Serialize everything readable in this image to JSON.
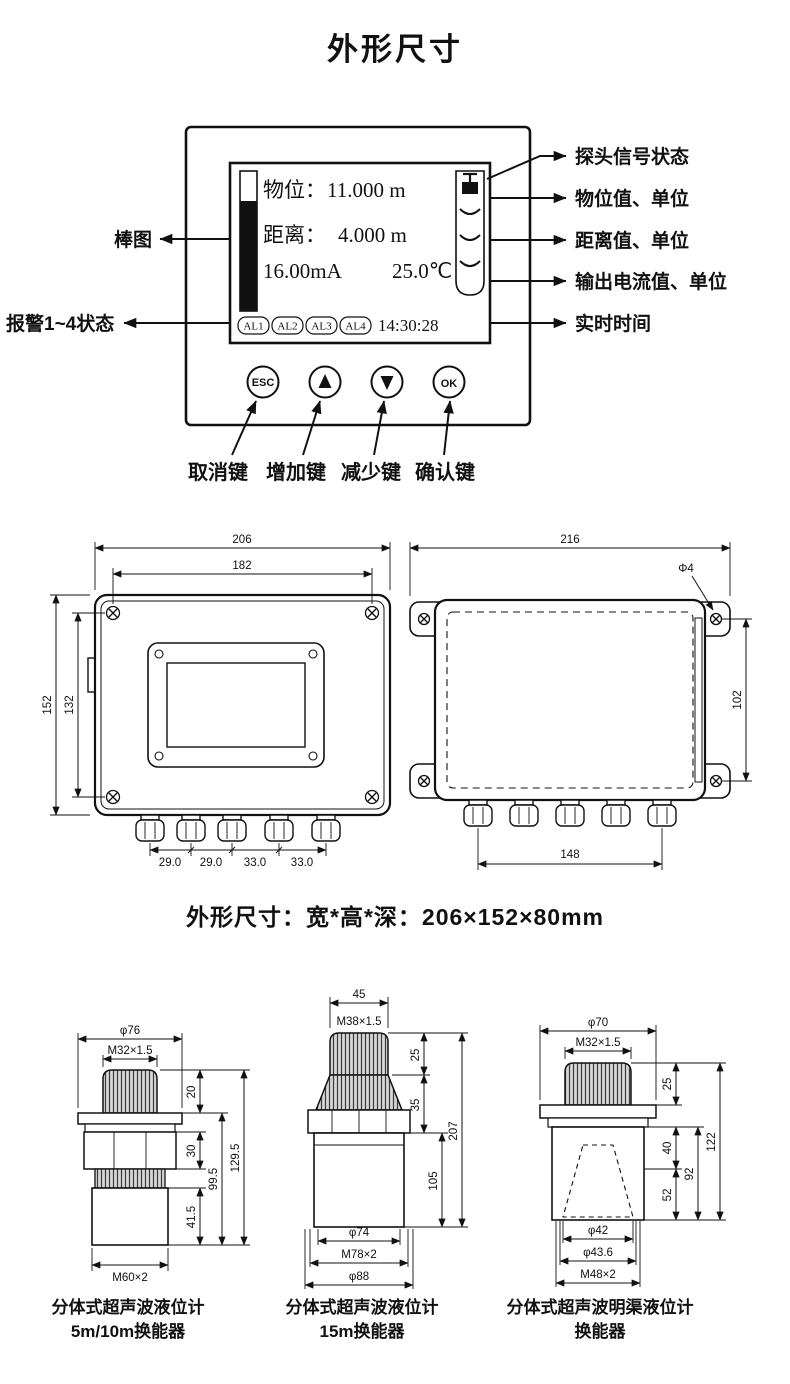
{
  "page": {
    "title": "外形尺寸",
    "size_caption": "外形尺寸：宽*高*深：206×152×80mm"
  },
  "panel": {
    "display": {
      "level_label": "物位：",
      "level_value": "11.000 m",
      "distance_label": "距离：",
      "distance_value": "4.000 m",
      "current_value": "16.00mA",
      "temperature_value": "25.0℃",
      "alarms": [
        "AL1",
        "AL2",
        "AL3",
        "AL4"
      ],
      "time_value": "14:30:28"
    },
    "keys": {
      "esc": "ESC",
      "ok": "OK"
    },
    "callouts": {
      "signal": "探头信号状态",
      "level": "物位值、单位",
      "distance": "距离值、单位",
      "current": "输出电流值、单位",
      "time": "实时时间",
      "bar": "棒图",
      "alarm": "报警1~4状态"
    },
    "key_labels": [
      "取消键",
      "增加键",
      "减少键",
      "确认键"
    ]
  },
  "enclosure": {
    "front": {
      "dim_width_outer": "206",
      "dim_width_inner": "182",
      "dim_height_outer": "152",
      "dim_height_inner": "132",
      "gland_dims": [
        "29.0",
        "29.0",
        "33.0",
        "33.0"
      ]
    },
    "back": {
      "dim_width": "216",
      "dim_hole": "Φ4",
      "dim_height": "102",
      "dim_gland_span": "148"
    }
  },
  "transducers": [
    {
      "caption1": "分体式超声波液位计",
      "caption2": "5m/10m换能器",
      "dia_top": "φ76",
      "thread_top": "M32×1.5",
      "h_cap": "20",
      "h_nut": "30",
      "h_body": "41.5",
      "h_lower": "99.5",
      "h_total": "129.5",
      "thread_bottom": "M60×2"
    },
    {
      "caption1": "分体式超声波液位计",
      "caption2": "15m换能器",
      "w_top": "45",
      "thread_top": "M38×1.5",
      "h_cap": "25",
      "h_collar": "35",
      "h_body": "105",
      "h_total": "207",
      "dia_body": "φ74",
      "thread_bottom": "M78×2",
      "dia_flange": "φ88"
    },
    {
      "caption1": "分体式超声波明渠液位计",
      "caption2": "换能器",
      "dia_top": "φ70",
      "thread_top": "M32×1.5",
      "h_cap": "25",
      "h_upper": "40",
      "h_lower": "52",
      "h_body": "92",
      "h_total": "122",
      "dia_horn": "φ42",
      "dia_outer": "φ43.6",
      "thread_bottom": "M48×2"
    }
  ]
}
